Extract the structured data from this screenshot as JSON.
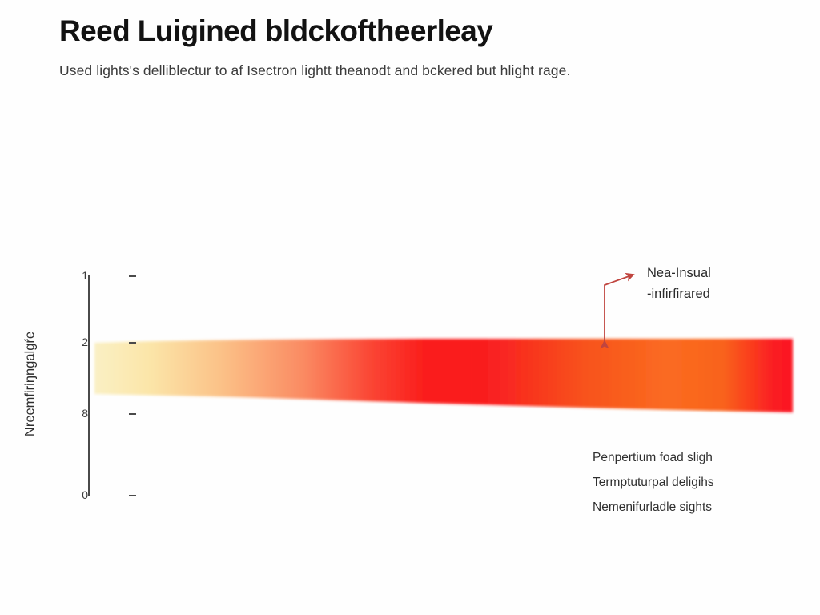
{
  "header": {
    "title": "Reed Luigined bldckoftheerleay",
    "subtitle": "Used lights's delliblectur to af Isectron lightt theanodt and bckered but hlight rage."
  },
  "chart_data": {
    "type": "area",
    "title": "Reed Luigined bldckoftheerleay",
    "subtitle": "Used lights's delliblectur to af Isectron lightt theanodt and bckered but hlight rage.",
    "xlabel": "",
    "ylabel": "Nreemfiriŋngalgŕe",
    "grid": false,
    "legend_position": "bottom-right",
    "yticks": [
      {
        "label": "1",
        "pos": 344
      },
      {
        "label": "2",
        "pos": 427
      },
      {
        "label": "8",
        "pos": 516
      },
      {
        "label": "0",
        "pos": 618
      }
    ],
    "ytick_labels": [
      "1",
      "2",
      "8",
      "0"
    ],
    "band": {
      "x_start": 118,
      "x_end": 990,
      "top_start": 428,
      "top_end": 423,
      "bottom_start": 492,
      "bottom_end": 515,
      "gradient_stops": [
        {
          "offset": 0.0,
          "color": "#FAF0C4"
        },
        {
          "offset": 0.08,
          "color": "#FBE5A8"
        },
        {
          "offset": 0.18,
          "color": "#FBC288"
        },
        {
          "offset": 0.3,
          "color": "#FA8A62"
        },
        {
          "offset": 0.4,
          "color": "#FA4332"
        },
        {
          "offset": 0.48,
          "color": "#FA1A1A"
        },
        {
          "offset": 0.57,
          "color": "#F92020"
        },
        {
          "offset": 0.7,
          "color": "#F8521F"
        },
        {
          "offset": 0.82,
          "color": "#FA6B20"
        },
        {
          "offset": 0.9,
          "color": "#F9631F"
        },
        {
          "offset": 0.97,
          "color": "#FA2020"
        },
        {
          "offset": 1.0,
          "color": "#FB1220"
        }
      ]
    },
    "annotation": {
      "line1": "Nea-Insual",
      "line2": "-infirfirared",
      "arrow_color": "#C0453F",
      "arrow_vertical_x": 755,
      "arrow_tail_y": 426,
      "arrow_elbow_y": 356,
      "arrow_head_x": 791,
      "arrow_head_y": 343
    },
    "notes": [
      "Penpertium foad sligh",
      "Termptuturpal deligihs",
      "Nemenifurladle sights"
    ]
  },
  "colors": {
    "background": "#FEFEFE",
    "axis": "#4A4A4A",
    "text": "#2B2B2B",
    "title": "#121212",
    "arrow": "#C0453F"
  }
}
